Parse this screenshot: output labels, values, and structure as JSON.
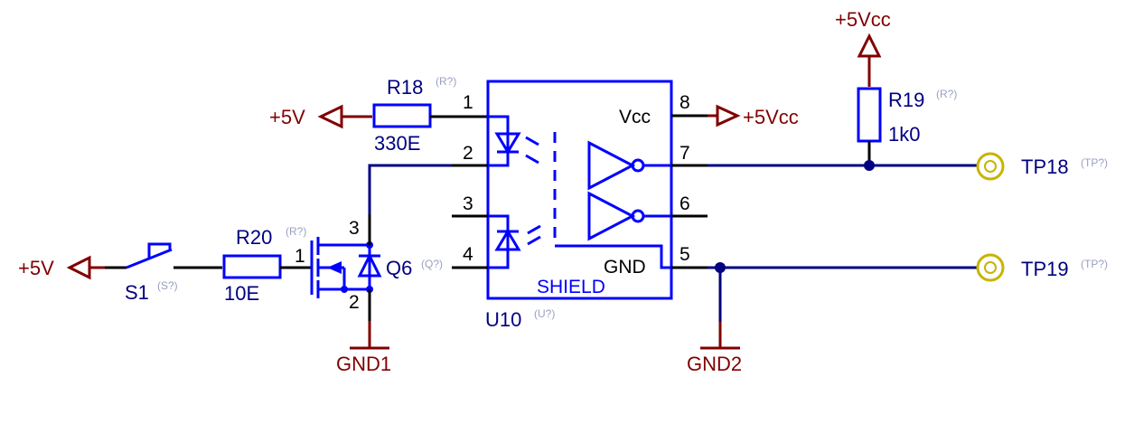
{
  "colors": {
    "wire": "#000080",
    "component": "#0000ff",
    "power": "#800000",
    "pin": "#000000",
    "placeholder_ref": "#9aa0c0"
  },
  "power": {
    "plus5v_top": "+5V",
    "plus5v_left": "+5V",
    "plus5vcc_right": "+5Vcc",
    "plus5vcc_top": "+5Vcc",
    "gnd1": "GND1",
    "gnd2": "GND2"
  },
  "r18": {
    "name": "R18",
    "ref": "(R?)",
    "value": "330E"
  },
  "r19": {
    "name": "R19",
    "ref": "(R?)",
    "value": "1k0"
  },
  "r20": {
    "name": "R20",
    "ref": "(R?)",
    "value": "10E"
  },
  "s1": {
    "name": "S1",
    "ref": "(S?)"
  },
  "q6": {
    "name": "Q6",
    "ref": "(Q?)",
    "pin1": "1",
    "pin2": "2",
    "pin3": "3"
  },
  "u10": {
    "name": "U10",
    "ref": "(U?)",
    "shield": "SHIELD",
    "vcc": "Vcc",
    "gnd": "GND",
    "pins": [
      "1",
      "2",
      "3",
      "4",
      "5",
      "6",
      "7",
      "8"
    ]
  },
  "tp18": {
    "name": "TP18",
    "ref": "(TP?)"
  },
  "tp19": {
    "name": "TP19",
    "ref": "(TP?)"
  }
}
